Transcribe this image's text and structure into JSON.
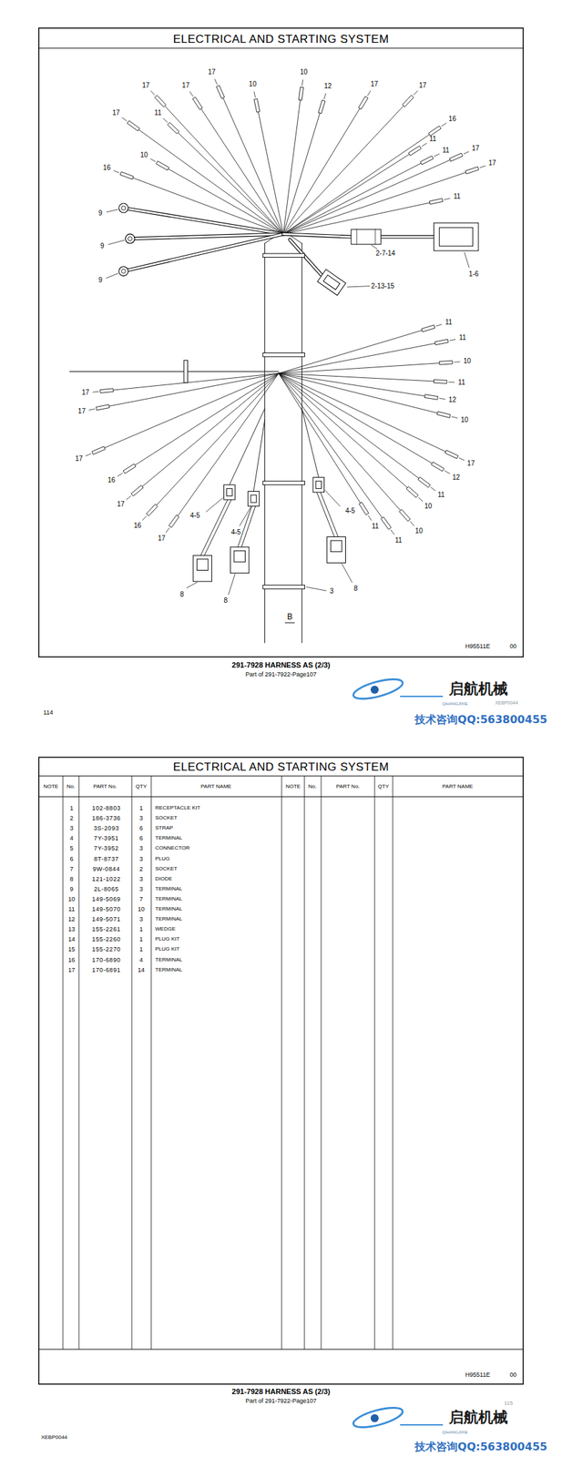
{
  "diagram": {
    "title": "ELECTRICAL AND STARTING SYSTEM",
    "caption": "291-7928 HARNESS AS (2/3)",
    "labels": [
      "17",
      "17",
      "10",
      "17",
      "10",
      "12",
      "17",
      "17",
      "17",
      "11",
      "16",
      "11",
      "11",
      "17",
      "10",
      "17",
      "16",
      "11",
      "9",
      "9",
      "2-7-14",
      "9",
      "1-6",
      "2-13-15",
      "11",
      "11",
      "10",
      "11",
      "12",
      "10",
      "17",
      "17",
      "17",
      "16",
      "17",
      "12",
      "11",
      "10",
      "17",
      "16",
      "17",
      "4-5",
      "4-5",
      "4-5",
      "11",
      "11",
      "10",
      "8",
      "8",
      "3",
      "8",
      "B",
      "H95511E",
      "00",
      "Part of 291-7922-Page107",
      "114",
      "启航机械",
      "QIHANGJIXIE",
      "XEBP0044",
      "技术咨询QQ:563800455",
      "ELECTRICAL AND STARTING SYSTEM",
      "NOTE",
      "No.",
      "PART No.",
      "QTY",
      "PART NAME",
      "NOTE",
      "No.",
      "PART No.",
      "QTY",
      "PART NAME",
      "1",
      "102-8803",
      "1",
      "RECEPTACLE KIT",
      "2",
      "186-3736",
      "3",
      "SOCKET",
      "3",
      "3S-2093",
      "6",
      "STRAP",
      "4",
      "7Y-3951",
      "6",
      "TERMINAL",
      "5",
      "7Y-3952",
      "3",
      "CONNECTOR",
      "6",
      "8T-8737",
      "3",
      "PLUG",
      "7",
      "9W-0844",
      "2",
      "SOCKET",
      "8",
      "121-1022",
      "3",
      "DIODE",
      "9",
      "2L-8065",
      "3",
      "TERMINAL",
      "10",
      "149-5069",
      "7",
      "TERMINAL",
      "11",
      "149-5070",
      "10",
      "TERMINAL",
      "12",
      "149-5071",
      "3",
      "TERMINAL",
      "13",
      "155-2261",
      "1",
      "WEDGE",
      "14",
      "155-2260",
      "1",
      "PLUG KIT",
      "15",
      "155-2270",
      "1",
      "PLUG KIT",
      "16",
      "170-6890",
      "4",
      "TERMINAL",
      "17",
      "170-6891",
      "14",
      "TERMINAL",
      "H95511E",
      "00",
      "291-7928 HARNESS AS (2/3)",
      "Part of 291-7922-Page107",
      "XEBP0044",
      "启航机械",
      "QIHANGJIXIE",
      "115",
      "技术咨询QQ:563800455"
    ]
  }
}
